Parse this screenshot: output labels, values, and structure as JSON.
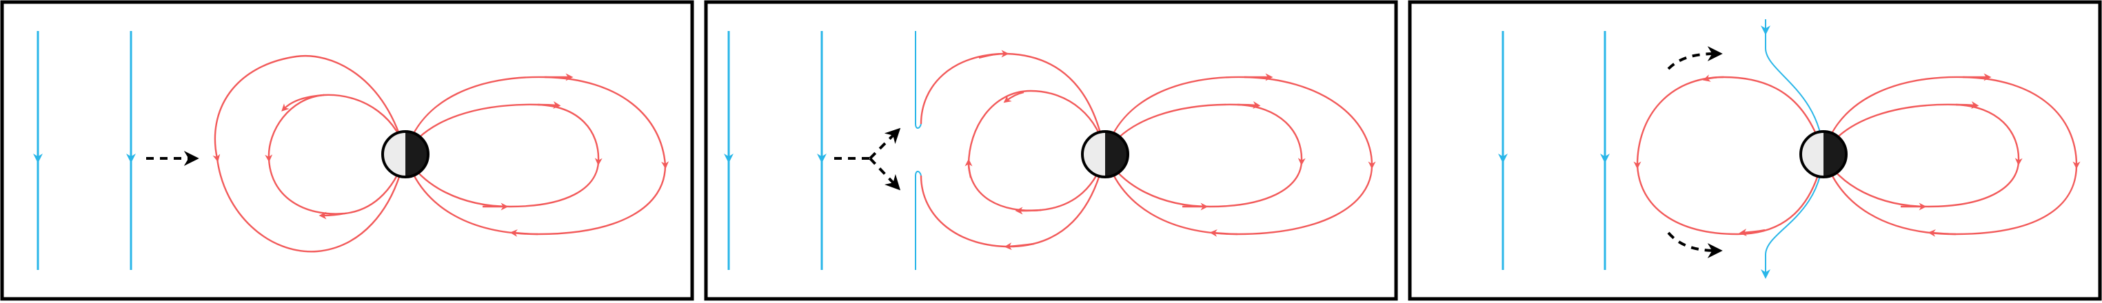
{
  "figure": {
    "panels": [
      {
        "id": "panel-1",
        "stage": "approach",
        "label": ""
      },
      {
        "id": "panel-2",
        "stage": "contact",
        "label": ""
      },
      {
        "id": "panel-3",
        "stage": "draped",
        "label": ""
      }
    ],
    "colors": {
      "external_field": "#29b6e8",
      "planet_field": "#f25a5a",
      "motion_arrow": "#000000",
      "planet_light": "#ececec",
      "planet_dark": "#1a1a1a",
      "frame": "#000000"
    },
    "icons": [
      "external-field-line",
      "planet-field-loop",
      "motion-arrow",
      "planet-disc"
    ]
  }
}
